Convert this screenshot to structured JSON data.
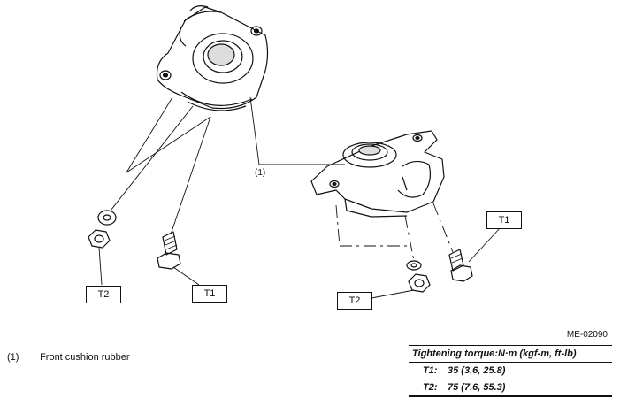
{
  "callouts": {
    "part_1": "(1)",
    "t1_upper": "T1",
    "t1_lower": "T1",
    "t2_left": "T2",
    "t2_right": "T2"
  },
  "figure_id": "ME-02090",
  "legend": {
    "items": [
      {
        "number": "(1)",
        "label": "Front cushion rubber"
      }
    ]
  },
  "torque_table": {
    "header": "Tightening torque:N·m (kgf-m, ft-lb)",
    "rows": [
      {
        "tag": "T1:",
        "value": "35 (3.6, 25.8)"
      },
      {
        "tag": "T2:",
        "value": "75 (7.6, 55.3)"
      }
    ]
  }
}
